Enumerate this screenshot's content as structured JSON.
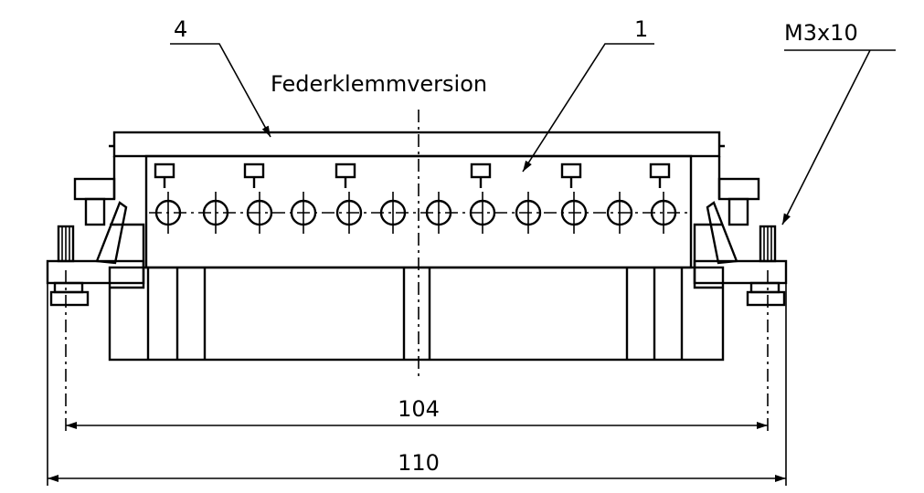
{
  "labels": {
    "callout_left": "4",
    "callout_center": "1",
    "callout_right": "M3x10",
    "variant": "Federklemmversion"
  },
  "dimensions": {
    "inner": "104",
    "outer": "110"
  }
}
